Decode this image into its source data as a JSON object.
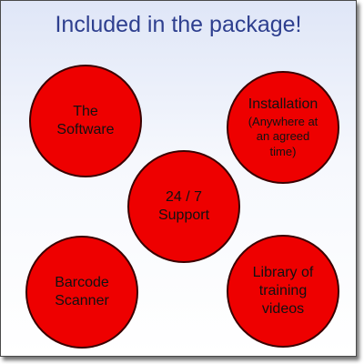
{
  "title": "Included in the package!",
  "colors": {
    "title_text": "#2e3f8f",
    "circle_fill": "#ee0000",
    "circle_border": "#3a0000"
  },
  "circles": {
    "software": {
      "label": "The\nSoftware"
    },
    "installation": {
      "label": "Installation",
      "note": "(Anywhere at\nan agreed\ntime)"
    },
    "support": {
      "label": "24 / 7\nSupport"
    },
    "barcode": {
      "label": "Barcode\nScanner"
    },
    "library": {
      "label": "Library of\ntraining\nvideos"
    }
  }
}
